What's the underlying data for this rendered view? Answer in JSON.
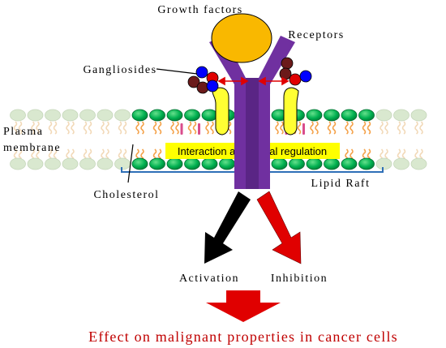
{
  "labels": {
    "growth_factors": "Growth factors",
    "receptors": "Receptors",
    "gangliosides": "Gangliosides",
    "plasma_membrane_line1": "Plasma",
    "plasma_membrane_line2": "membrane",
    "interaction": "Interaction and signal regulation",
    "lipid_raft": "Lipid Raft",
    "cholesterol": "Cholesterol",
    "activation": "Activation",
    "inhibition": "Inhibition",
    "effect": "Effect on malignant properties in cancer cells"
  },
  "colors": {
    "growth_factor": "#f9b800",
    "receptor": "#7030a0",
    "lipid_head_green": "#00b050",
    "lipid_head_pale": "#d9e8cf",
    "tail_orange": "#f4a24a",
    "cholesterol": "#d94c8c",
    "interaction_band": "#ffff00",
    "ganglioside_blue": "#0000ff",
    "ganglioside_red": "#e00000",
    "ganglioside_maroon": "#6b1a1a",
    "ganglioside_stem": "#ffff33",
    "activation_arrow": "#000000",
    "inhibition_arrow": "#e00000",
    "effect_arrow": "#e00000",
    "effect_text": "#c00000",
    "raft_bracket": "#2e6fb7"
  }
}
